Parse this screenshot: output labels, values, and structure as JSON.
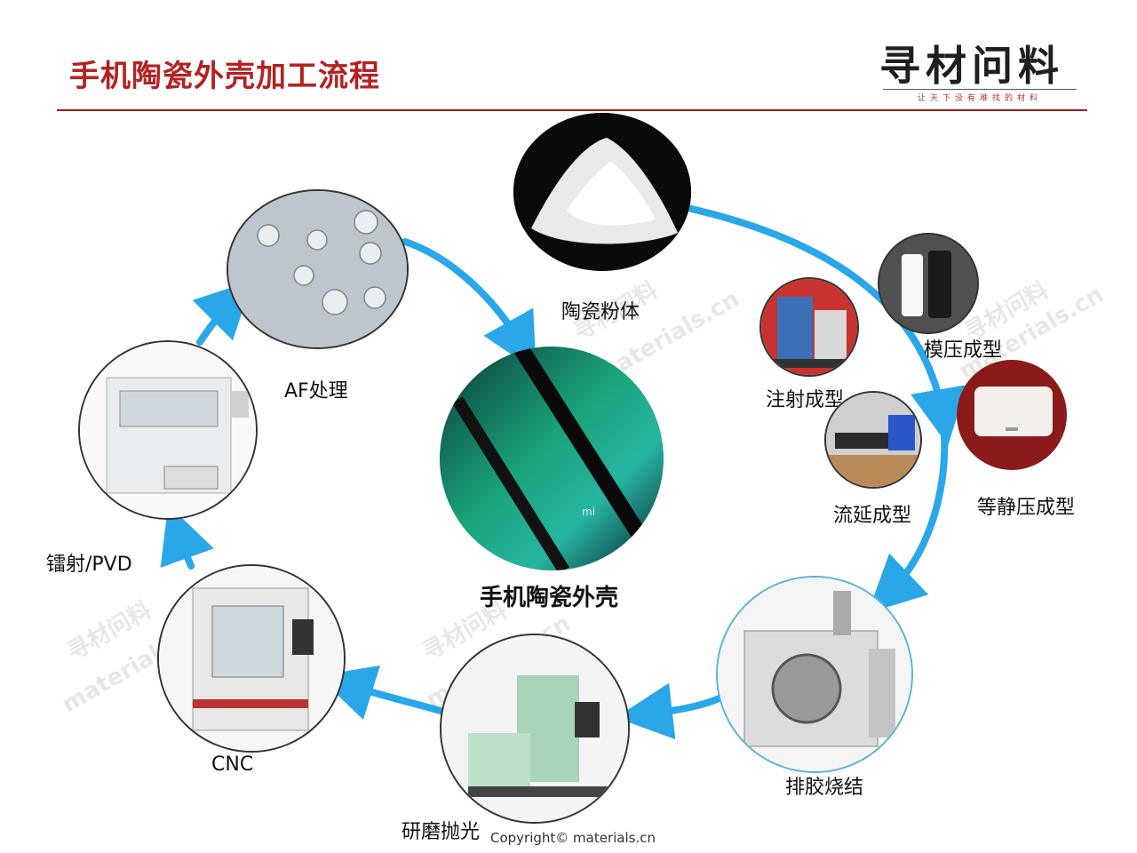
{
  "title": "手机陶瓷外壳加工流程",
  "logo": {
    "main": "寻材问料",
    "sub": "让天下没有难找的材料"
  },
  "center": {
    "label": "手机陶瓷外壳",
    "phone_logo": "mi"
  },
  "steps": [
    "陶瓷粉体",
    "模压成型",
    "注射成型",
    "等静压成型",
    "流延成型",
    "排胶烧结",
    "研磨抛光",
    "CNC",
    "镭射/PVD",
    "AF处理"
  ],
  "watermarks": [
    "寻材问料",
    "materials.cn"
  ],
  "copyright": "Copyright© materials.cn",
  "colors": {
    "title": "#b22222",
    "rule": "#a21d1d",
    "arrow": "#2aa7e8"
  }
}
